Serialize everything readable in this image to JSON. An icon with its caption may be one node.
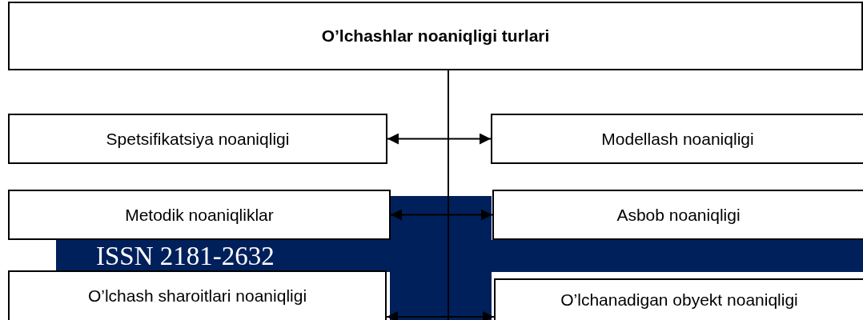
{
  "diagram": {
    "nodes": [
      {
        "text": [
          "O’lchashlar noaniqligi turlari"
        ]
      },
      {
        "text": [
          "Spetsifikatsiya noaniqligi"
        ]
      },
      {
        "text": [
          "Modellash noaniqligi"
        ]
      },
      {
        "text": [
          "Metodik noaniqliklar"
        ]
      },
      {
        "text": [
          "Asbob noaniqligi"
        ]
      },
      {
        "text": [
          "O’lchash sharoitlari noaniqligi"
        ]
      },
      {
        "text": [
          "O’lchanadigan obyekt noaniqligi"
        ]
      }
    ],
    "edges": [
      {
        "from": 0,
        "to": null,
        "arrow": "none"
      },
      {
        "from": 1,
        "to": 2,
        "arrow": "both"
      },
      {
        "from": 3,
        "to": 4,
        "arrow": "both"
      },
      {
        "from": 5,
        "to": 6,
        "arrow": "both"
      }
    ],
    "labels": [
      "ISSN 2181-2632"
    ]
  }
}
